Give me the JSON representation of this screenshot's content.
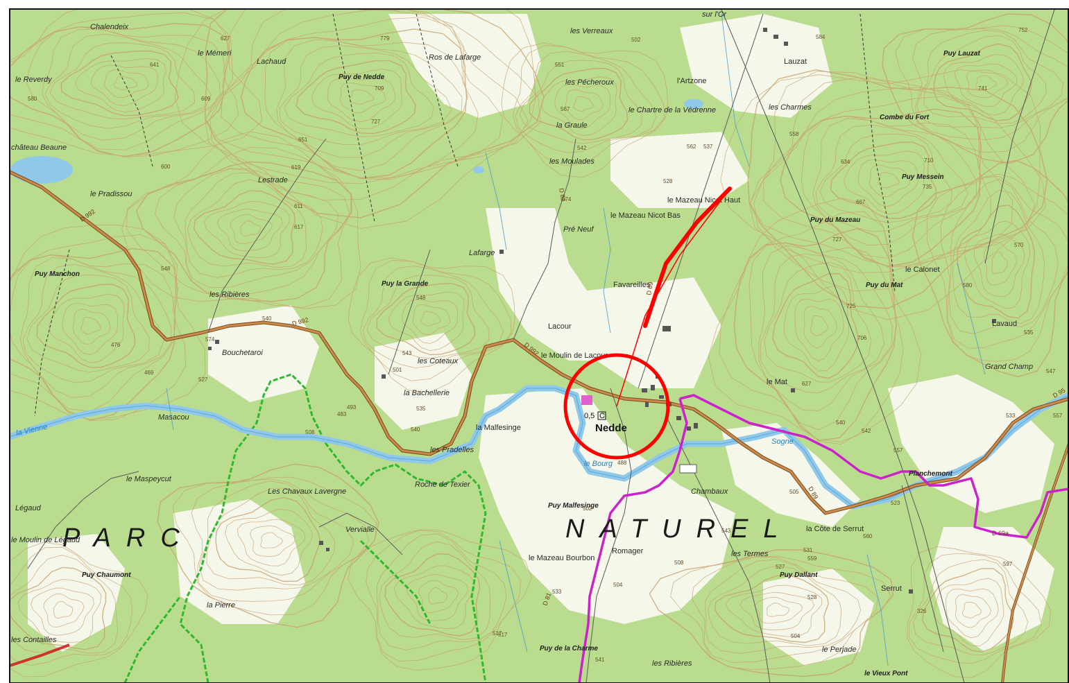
{
  "colors": {
    "forest": "#b9dc8e",
    "forest_dark": "#a6d07a",
    "open": "#f4f7ea",
    "contour": "#c99d68",
    "river": "#8fc8e8",
    "river_edge": "#4a9bd0",
    "road_main": "#c98a4c",
    "road_edge": "#7a4a1c",
    "trail": "#cc22cc",
    "park_boundary": "#2fb82f",
    "marker": "#ff0000",
    "border": "#111111"
  },
  "region_labels": {
    "parc": "PARC",
    "naturel": "NATUREL"
  },
  "town": {
    "name": "Nedde",
    "code_left": "0,5",
    "code_right": "C"
  },
  "places": [
    "Chalendeix",
    "le Mémeri",
    "Lachaud",
    "le Reverdy",
    "château Beaune",
    "le Pradissou",
    "Lestrade",
    "Puy Manchon",
    "les Ribières",
    "Bouchetaroi",
    "Masacou",
    "le Maspeycut",
    "Légaud",
    "le Moulin de Légaud",
    "Les Chavaux Lavergne",
    "Vervialle",
    "la Pierre",
    "les Contailles",
    "Puy Chaumont",
    "Ros de Lafarge",
    "Puy de Nedde",
    "Lafarge",
    "Puy la Grande",
    "les Coteaux",
    "la Bachellerie",
    "les Pradelles",
    "Roche de Texier",
    "la Malfesinge",
    "Lacour",
    "le Moulin de Lacour",
    "les Verreaux",
    "les Pécheroux",
    "la Graule",
    "les Moulades",
    "le Mazeau Nicot Bas",
    "le Mazeau Nicot Haut",
    "Pré Neuf",
    "Favareilles",
    "le Chartre de la Védrenne",
    "l'Artzone",
    "Lauzat",
    "Puy Lauzat",
    "les Charmes",
    "Combe du Fort",
    "Puy Messein",
    "Puy du Mazeau",
    "le Calonet",
    "Puy du Mat",
    "Lavaud",
    "Grand Champ",
    "le Mat",
    "Planchemont",
    "Chambaux",
    "la Côte de Serrut",
    "les Termes",
    "Puy Dallant",
    "Serrut",
    "le Perjade",
    "le Vieux Pont",
    "Romager",
    "le Mazeau Bourbon",
    "Puy Malfesinge",
    "Puy de la Charme",
    "les Ribières",
    "sur l'Or"
  ],
  "water_labels": [
    "la Vienne",
    "le Bourg",
    "Sogne"
  ],
  "roads": [
    "D 992",
    "D 992",
    "D 82",
    "D 992",
    "D 69",
    "D 89",
    "D 69a",
    "D 95",
    "D 81"
  ],
  "altitudes": [
    "627",
    "641",
    "580",
    "609",
    "619",
    "600",
    "611",
    "617",
    "548",
    "540",
    "476",
    "469",
    "527",
    "574",
    "483",
    "508",
    "493",
    "540",
    "535",
    "501",
    "548",
    "543",
    "779",
    "709",
    "727",
    "651",
    "551",
    "502",
    "567",
    "542",
    "574",
    "528",
    "537",
    "562",
    "558",
    "584",
    "634",
    "667",
    "710",
    "735",
    "727",
    "741",
    "752",
    "706",
    "725",
    "580",
    "570",
    "535",
    "547",
    "533",
    "627",
    "540",
    "542",
    "523",
    "517",
    "528",
    "527",
    "326",
    "504",
    "597",
    "557",
    "533",
    "517",
    "541",
    "543",
    "508",
    "504",
    "560",
    "505",
    "531",
    "502",
    "559",
    "557",
    "488"
  ]
}
